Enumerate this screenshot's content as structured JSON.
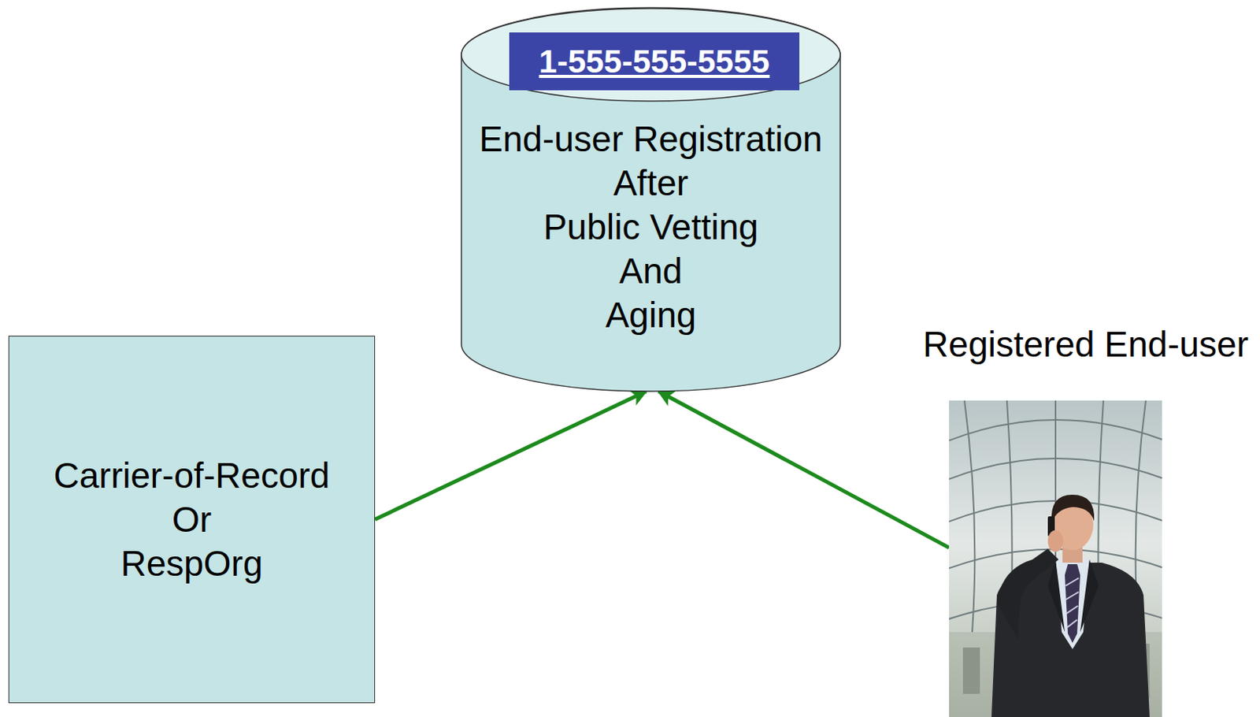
{
  "diagram": {
    "nodes": [
      {
        "text": [
          "End-user Registration After Public Vetting And Aging"
        ]
      },
      {
        "text": [
          "1-555-555-5555"
        ],
        "in": 0
      },
      {
        "text": [
          "Carrier-of-Record Or RespOrg"
        ]
      },
      {
        "text": [
          "Registered End-user"
        ]
      }
    ],
    "edges": [
      {
        "from": 2,
        "to": 0,
        "arrow": "to"
      },
      {
        "from": 3,
        "to": 0,
        "arrow": "to"
      }
    ]
  }
}
